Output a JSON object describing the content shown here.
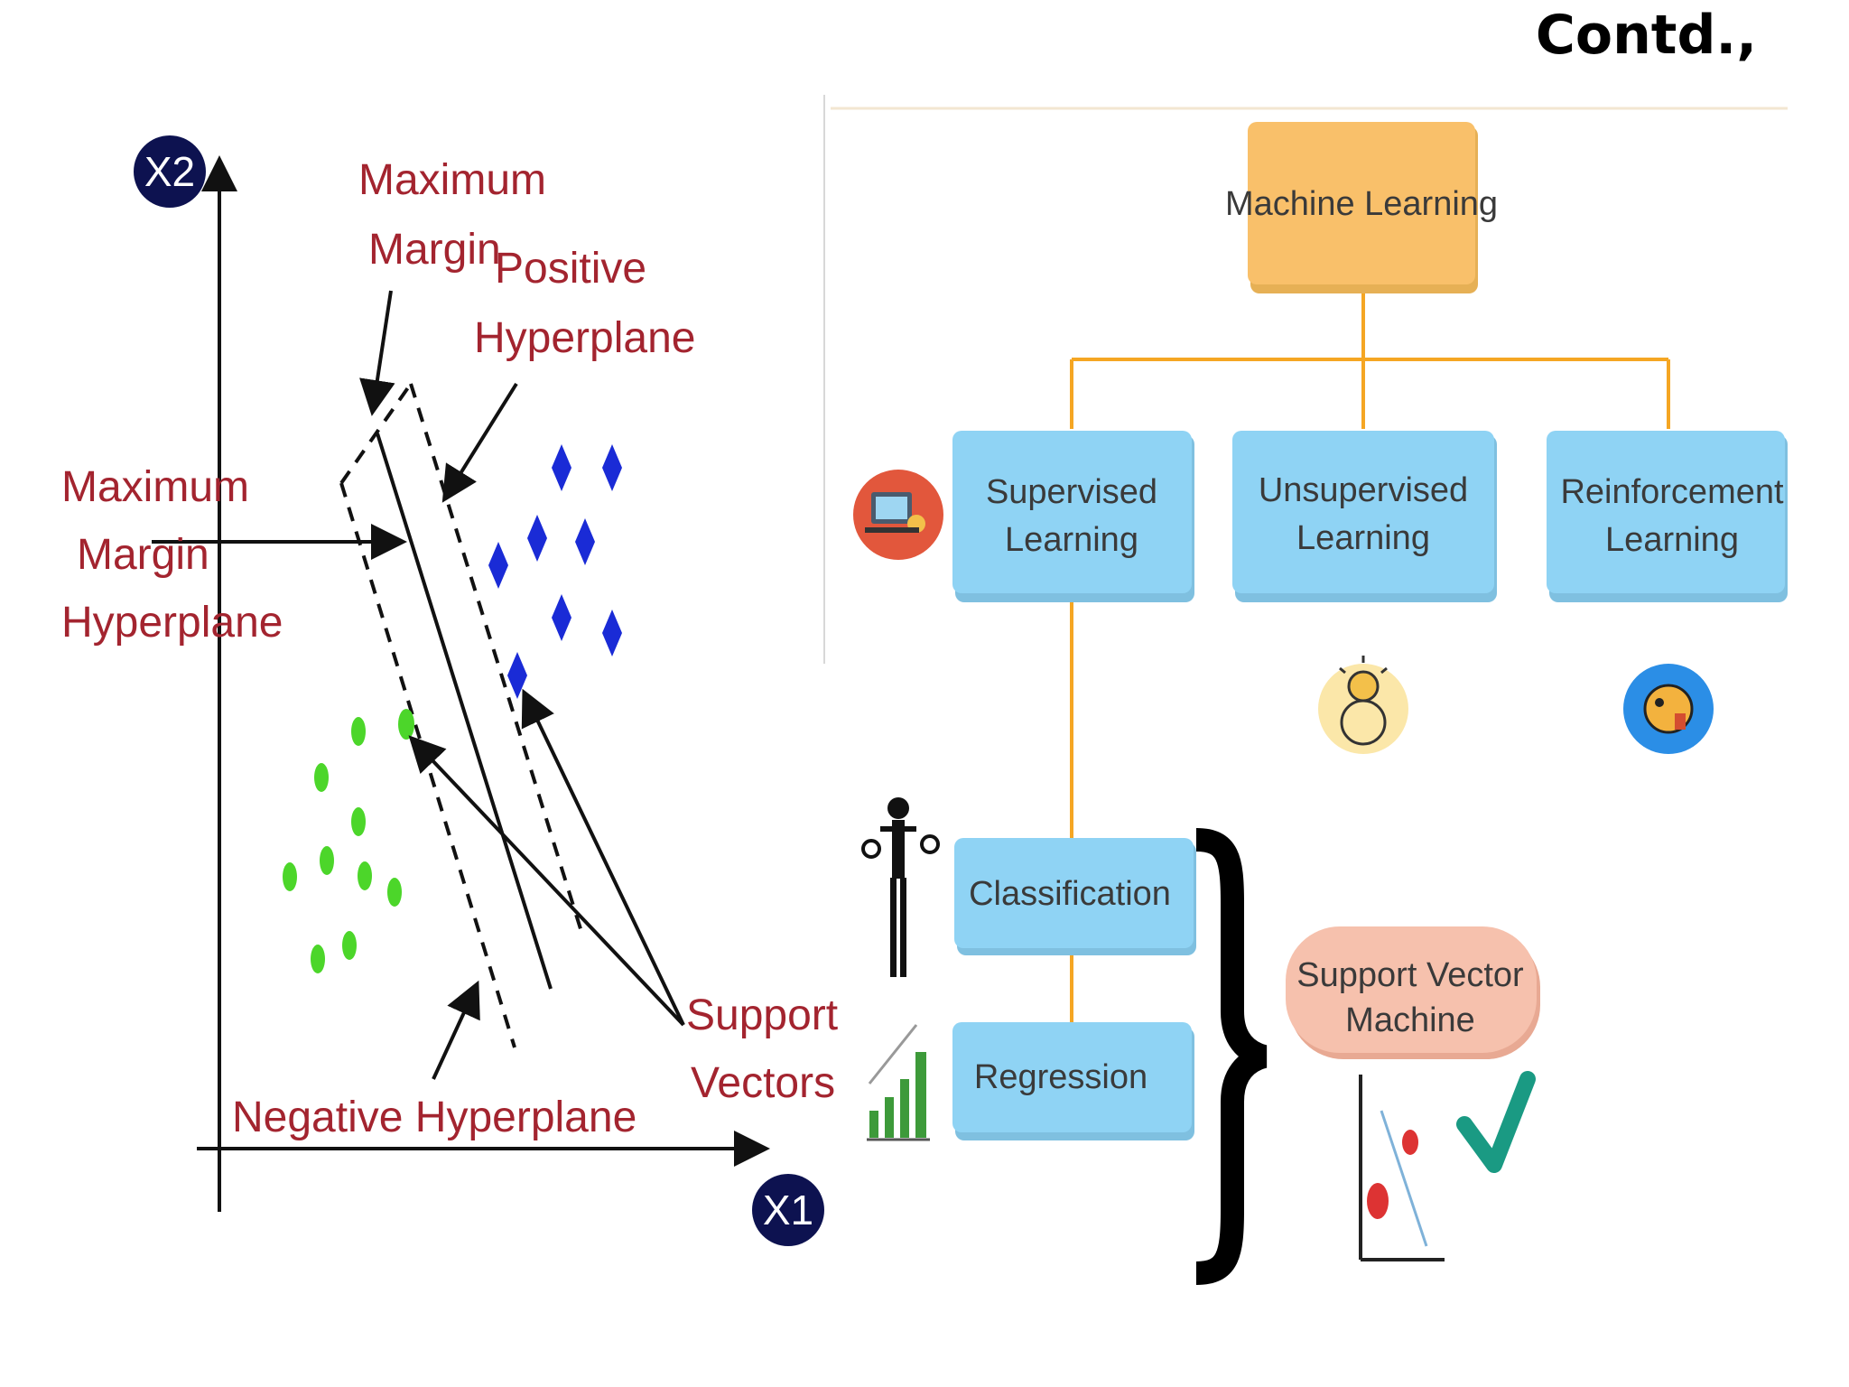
{
  "title": "Contd.,",
  "svm_diagram": {
    "axis_x_label": "X1",
    "axis_y_label": "X2",
    "labels": {
      "max_margin_line1": "Maximum",
      "max_margin_line2": "Margin",
      "positive_hp_line1": "Positive",
      "positive_hp_line2": "Hyperplane",
      "mmh_line1": "Maximum",
      "mmh_line2": "Margin",
      "mmh_line3": "Hyperplane",
      "support_line1": "Support",
      "support_line2": "Vectors",
      "negative_hp": "Negative Hyperplane"
    },
    "colors": {
      "positive_class": "#1a2bd6",
      "negative_class": "#4cd62a",
      "label": "#a3242f",
      "axis_badge": "#0d1250"
    }
  },
  "ml_tree": {
    "root": "Machine Learning",
    "branch1_line1": "Supervised",
    "branch1_line2": "Learning",
    "branch2_line1": "Unsupervised",
    "branch2_line2": "Learning",
    "branch3_line1": "Reinforcement",
    "branch3_line2": "Learning",
    "classification": "Classification",
    "regression": "Regression",
    "svm_line1": "Support Vector",
    "svm_line2": "Machine",
    "icons": [
      "laptop-user-icon",
      "lightbulb-head-icon",
      "robot-head-icon",
      "scales-person-icon",
      "bar-growth-icon",
      "scatter-plot-icon",
      "checkmark-icon"
    ],
    "colors": {
      "root": "#f9c06a",
      "branch": "#8fd3f4",
      "svm": "#f6c1ad",
      "connector": "#f5a623"
    }
  }
}
